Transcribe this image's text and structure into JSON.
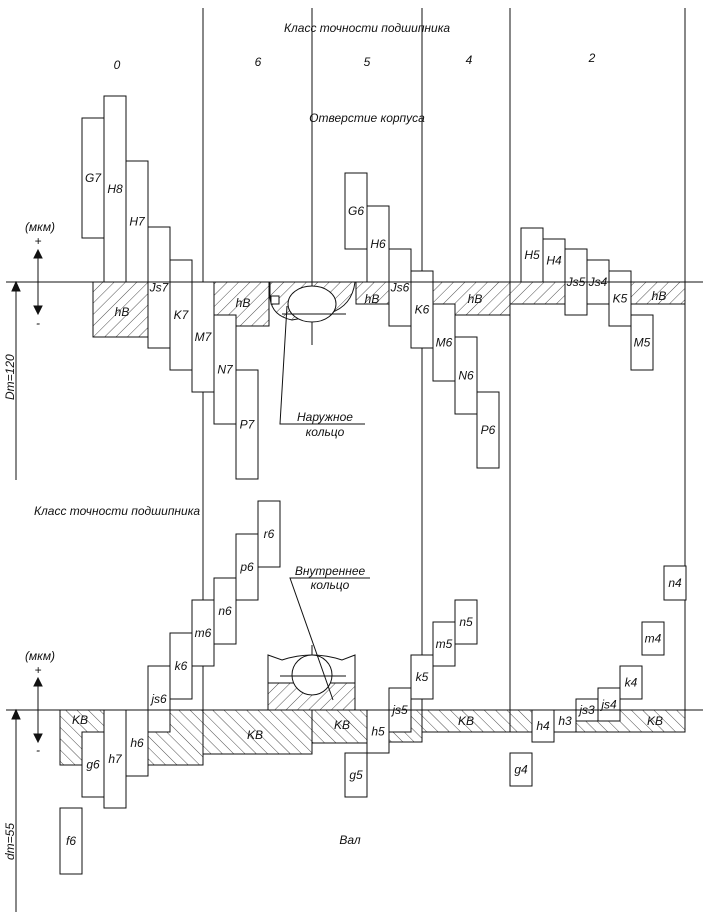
{
  "title_top": "Класс точности подшипника",
  "title_bottom": "Класс точности подшипника",
  "classes": {
    "c0": "0",
    "c6": "6",
    "c5": "5",
    "c4": "4",
    "c2": "2"
  },
  "housing": "Отверстие корпуса",
  "shaft": "Вал",
  "outer_ring": {
    "line1": "Наружное",
    "line2": "кольцо"
  },
  "inner_ring": {
    "line1": "Внутреннее",
    "line2": "кольцо"
  },
  "units": "(мкм)",
  "plus": "+",
  "minus": "-",
  "Dm": "Dm=120",
  "dm": "dm=55",
  "bearing_hole_label": "hB",
  "bearing_shaft_label": "KB",
  "top_fields": {
    "G7": "G7",
    "H8": "H8",
    "H7": "H7",
    "Js7": "Js7",
    "K7": "K7",
    "M7": "M7",
    "N7": "N7",
    "P7": "P7",
    "G6": "G6",
    "H6": "H6",
    "Js6": "Js6",
    "K6": "K6",
    "M6": "M6",
    "N6": "N6",
    "P6": "P6",
    "H5": "H5",
    "H4": "H4",
    "Js5": "Js5",
    "Js4": "Js4",
    "K5": "K5",
    "M5": "M5"
  },
  "bottom_fields": {
    "f6": "f6",
    "g6": "g6",
    "h7": "h7",
    "h6": "h6",
    "js6": "js6",
    "k6": "k6",
    "m6": "m6",
    "n6": "n6",
    "p6": "p6",
    "r6": "r6",
    "g5": "g5",
    "h5": "h5",
    "js5": "js5",
    "k5": "k5",
    "m5": "m5",
    "n5": "n5",
    "g4": "g4",
    "h4": "h4",
    "h3": "h3",
    "js3": "js3",
    "js4": "js4",
    "k4": "k4",
    "m4": "m4",
    "n4": "n4"
  }
}
